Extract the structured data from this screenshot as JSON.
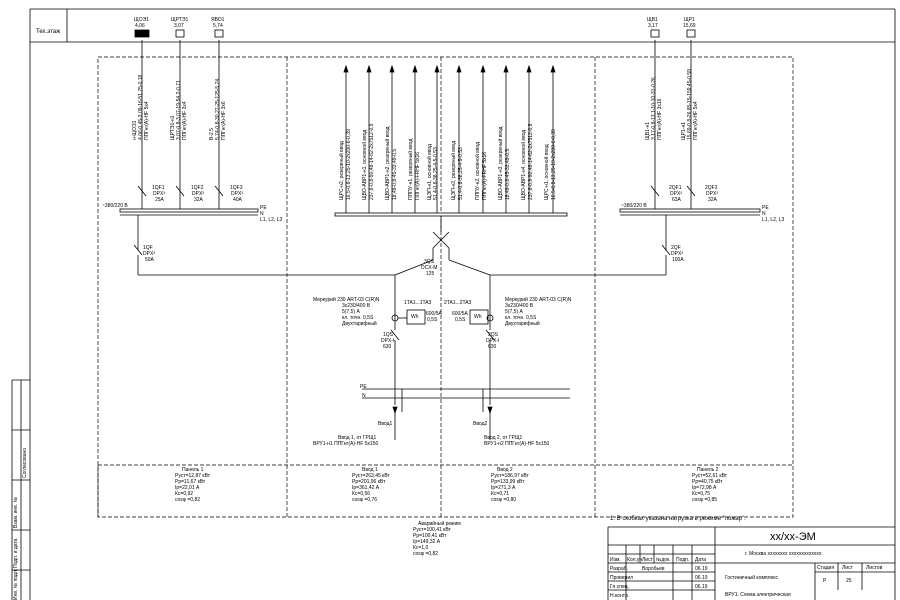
{
  "top_row": {
    "label": "Тех.этаж"
  },
  "top_devices": [
    {
      "name": "ЩОЭ1",
      "value": "4,06"
    },
    {
      "name": "ЩРТЭ1",
      "value": "3,07"
    },
    {
      "name": "ЯВО1",
      "value": "5,74"
    },
    {
      "name": "ЩВ1",
      "value": "3,17"
    },
    {
      "name": "ЩР1",
      "value": "15,69"
    }
  ],
  "outgoing_left": [
    {
      "line1": "н-ЩОЭ1",
      "line2": "4,06-0,45-3,09-16-51,75-0,18",
      "line3": "ППГнг(А)-HF 5х4",
      "breaker": "1QF1",
      "type": "DPX³",
      "rating": "25А"
    },
    {
      "line1": "ЩРТЭ1-н1",
      "line2": "3,07-0,8-3,07-19-54,2-0,71",
      "line3": "ППГнг(А)-HF 3х4",
      "breaker": "1QF2",
      "type": "DPX³",
      "rating": "32А"
    },
    {
      "line1": "В-2.5",
      "line2": "5,74-0,8-30,27-25-125-5,74",
      "line3": "ППГнг(А)-HF 3х6",
      "breaker": "1QF3",
      "type": "DPX³",
      "rating": "40А"
    }
  ],
  "outgoing_right": [
    {
      "line1": "ЩВ1-н1",
      "line2": "3,17-0,8-13,1-10-10-31-0,26",
      "line3": "ППГнг(А)-HF 3х16",
      "breaker": "2QF1",
      "type": "DPX³",
      "rating": "63А"
    },
    {
      "line1": "ЩР1-н1",
      "line2": "15,69-0,8-26,85-15-159,45-0,59",
      "line3": "ППГнг(А)-HF 5х4",
      "breaker": "2QF2",
      "type": "DPX³",
      "rating": "32А"
    }
  ],
  "center_feeds_left": [
    {
      "line1": "ЩРС-н2, резервный ввод",
      "line2": "16,5-0,8-13,25-10-2х200-6-0,39"
    },
    {
      "line1": "ЩВО-АВР1-н1, основной ввод",
      "line2": "237,6-0,8-90,48-14-62-2х7512-0,9"
    },
    {
      "line1": "ЩВО-АВР1-н2, резервный ввод",
      "line2": "18,49-0,8-45-33,49-0,5"
    },
    {
      "line1": "ПППУ-н1, резервный ввод",
      "line2": "ППГнг(А)-FRHF 5х16"
    },
    {
      "line1": "ЩЭП-н1, основной ввод",
      "line2": "51,4-0,8-38,25-4-5-0,53"
    }
  ],
  "center_feeds_right": [
    {
      "line1": "ЩЭП-н2, резервный ввод",
      "line2": "51,4-0,8-38,25-4-5-0,53"
    },
    {
      "line1": "ПППУ-н2, основной ввод",
      "line2": "ППГнг(А)-FRHF 5х16"
    },
    {
      "line1": "ЩВО-АВР1-н3, резервный ввод",
      "line2": "18,49-0,8-45-33,49-0,5"
    },
    {
      "line1": "ЩВО-АВР1-н4, основной ввод",
      "line2": "237,6-0,8-90,48-14-62-2х7512-0,9"
    },
    {
      "line1": "ЩРС-н1, основной ввод",
      "line2": "16,5-0,8-13,25-10-2х200-6-0,39"
    }
  ],
  "bus_left": {
    "voltage": "~380/220 В",
    "pe": "PE",
    "n": "N",
    "phases": "L1, L2, L3"
  },
  "bus_right": {
    "voltage": "~380/220 В",
    "pe": "PE",
    "n": "N",
    "phases": "L1, L2, L3"
  },
  "main_breakers": [
    {
      "name": "1QF",
      "type": "DPX³",
      "rating": "50А"
    },
    {
      "name": "2QF",
      "type": "DPX³",
      "rating": "100А"
    }
  ],
  "tie_switch": {
    "name": "3QS",
    "type": "DCX-M",
    "rating": "125"
  },
  "meters": [
    {
      "model": "Меркурий 230 ART-03 C(R)N",
      "spec": "3х230/400 В",
      "current": "5(7,5) А",
      "accuracy": "кл. точн. 0,5S",
      "mode": "Двухтарифный",
      "wh": "Wh",
      "ct_name": "1TA1...1TA3",
      "ct_ratio": "600/5А",
      "ct_class": "0,5S"
    },
    {
      "model": "Меркурий 230 ART-03 C(R)N",
      "spec": "3х230/400 В",
      "current": "5(7,5) А",
      "accuracy": "кл. точн. 0,5S",
      "mode": "Двухтарифный",
      "wh": "Wh",
      "ct_name": "2TA1...2TA3",
      "ct_ratio": "600/5А",
      "ct_class": "0,5S"
    }
  ],
  "input_switches": [
    {
      "name": "1QS",
      "type": "DPX-I",
      "rating": "630"
    },
    {
      "name": "2QS",
      "type": "DPX-I",
      "rating": "630"
    }
  ],
  "pe_label": "PE",
  "n_label": "N",
  "inputs": [
    {
      "name": "Ввод1",
      "caption": "Ввод 1, от ГРЩ1",
      "cable": "ВРУ1-н1 ППГнг(А)-HF 5х150"
    },
    {
      "name": "Ввод2",
      "caption": "Ввод 2, от ГРЩ1",
      "cable": "ВРУ1-н2 ППГнг(А)-HF 5х150"
    }
  ],
  "loads": [
    {
      "title": "Панель 1",
      "lines": [
        "Руст=12,87 кВт",
        "Рр=11,67 кВт",
        "Iр=22,01 А",
        "Кс=0,92",
        "cosφ =0,82"
      ]
    },
    {
      "title": "Ввод 1",
      "lines": [
        "Руст=263,45 кВт",
        "Рр=201,96 кВт",
        "Iр=361,42 А",
        "Кс=0,56",
        "cosφ =0,76"
      ]
    },
    {
      "title": "Ввод 2",
      "lines": [
        "Руст=186,97 кВт",
        "Рр=133,99 кВт",
        "Iр=271,3 А",
        "Кс=0,71",
        "cosφ =0,80"
      ]
    },
    {
      "title": "Панель 2",
      "lines": [
        "Руст=52,61 кВт",
        "Рр=40,75 кВт",
        "Iр=72,98 А",
        "Кс=0,75",
        "cosφ =0,85"
      ]
    }
  ],
  "emergency": {
    "title": "Аварийный режим",
    "lines": [
      "Руст=100,41 кВт",
      "Рр=100,41 кВт",
      "Iр=149,32 А",
      "Кс=1,0",
      "cosφ =0,82"
    ]
  },
  "note": "1.     В скобках указана нагрузка в режиме \"пожар\".",
  "title_block": {
    "code": "хх/хх-ЭМ",
    "address": "г. Москва хххххххх ххххххххххххх",
    "object": "Гостиничный комплекс",
    "sheet_title": "ВРУ1. Схема электрическая",
    "headers": [
      "Изм.",
      "Кол.уч",
      "Лист",
      "№док.",
      "Подп.",
      "Дата"
    ],
    "roles": [
      {
        "role": "Разраб.",
        "name": "Воробьев",
        "date": "06.19"
      },
      {
        "role": "Проверил",
        "name": "",
        "date": "06.19"
      },
      {
        "role": "Гл.спец.",
        "name": "",
        "date": "06.19"
      },
      {
        "role": "Н.контр.",
        "name": "",
        "date": ""
      }
    ],
    "stage_h": "Стадия",
    "sheet_h": "Лист",
    "sheets_h": "Листов",
    "stage": "Р",
    "sheet": "25"
  },
  "side_stamp": [
    "Согласовано",
    "Взам. инв. №",
    "Подп. и дата",
    "Инв. № подл."
  ]
}
